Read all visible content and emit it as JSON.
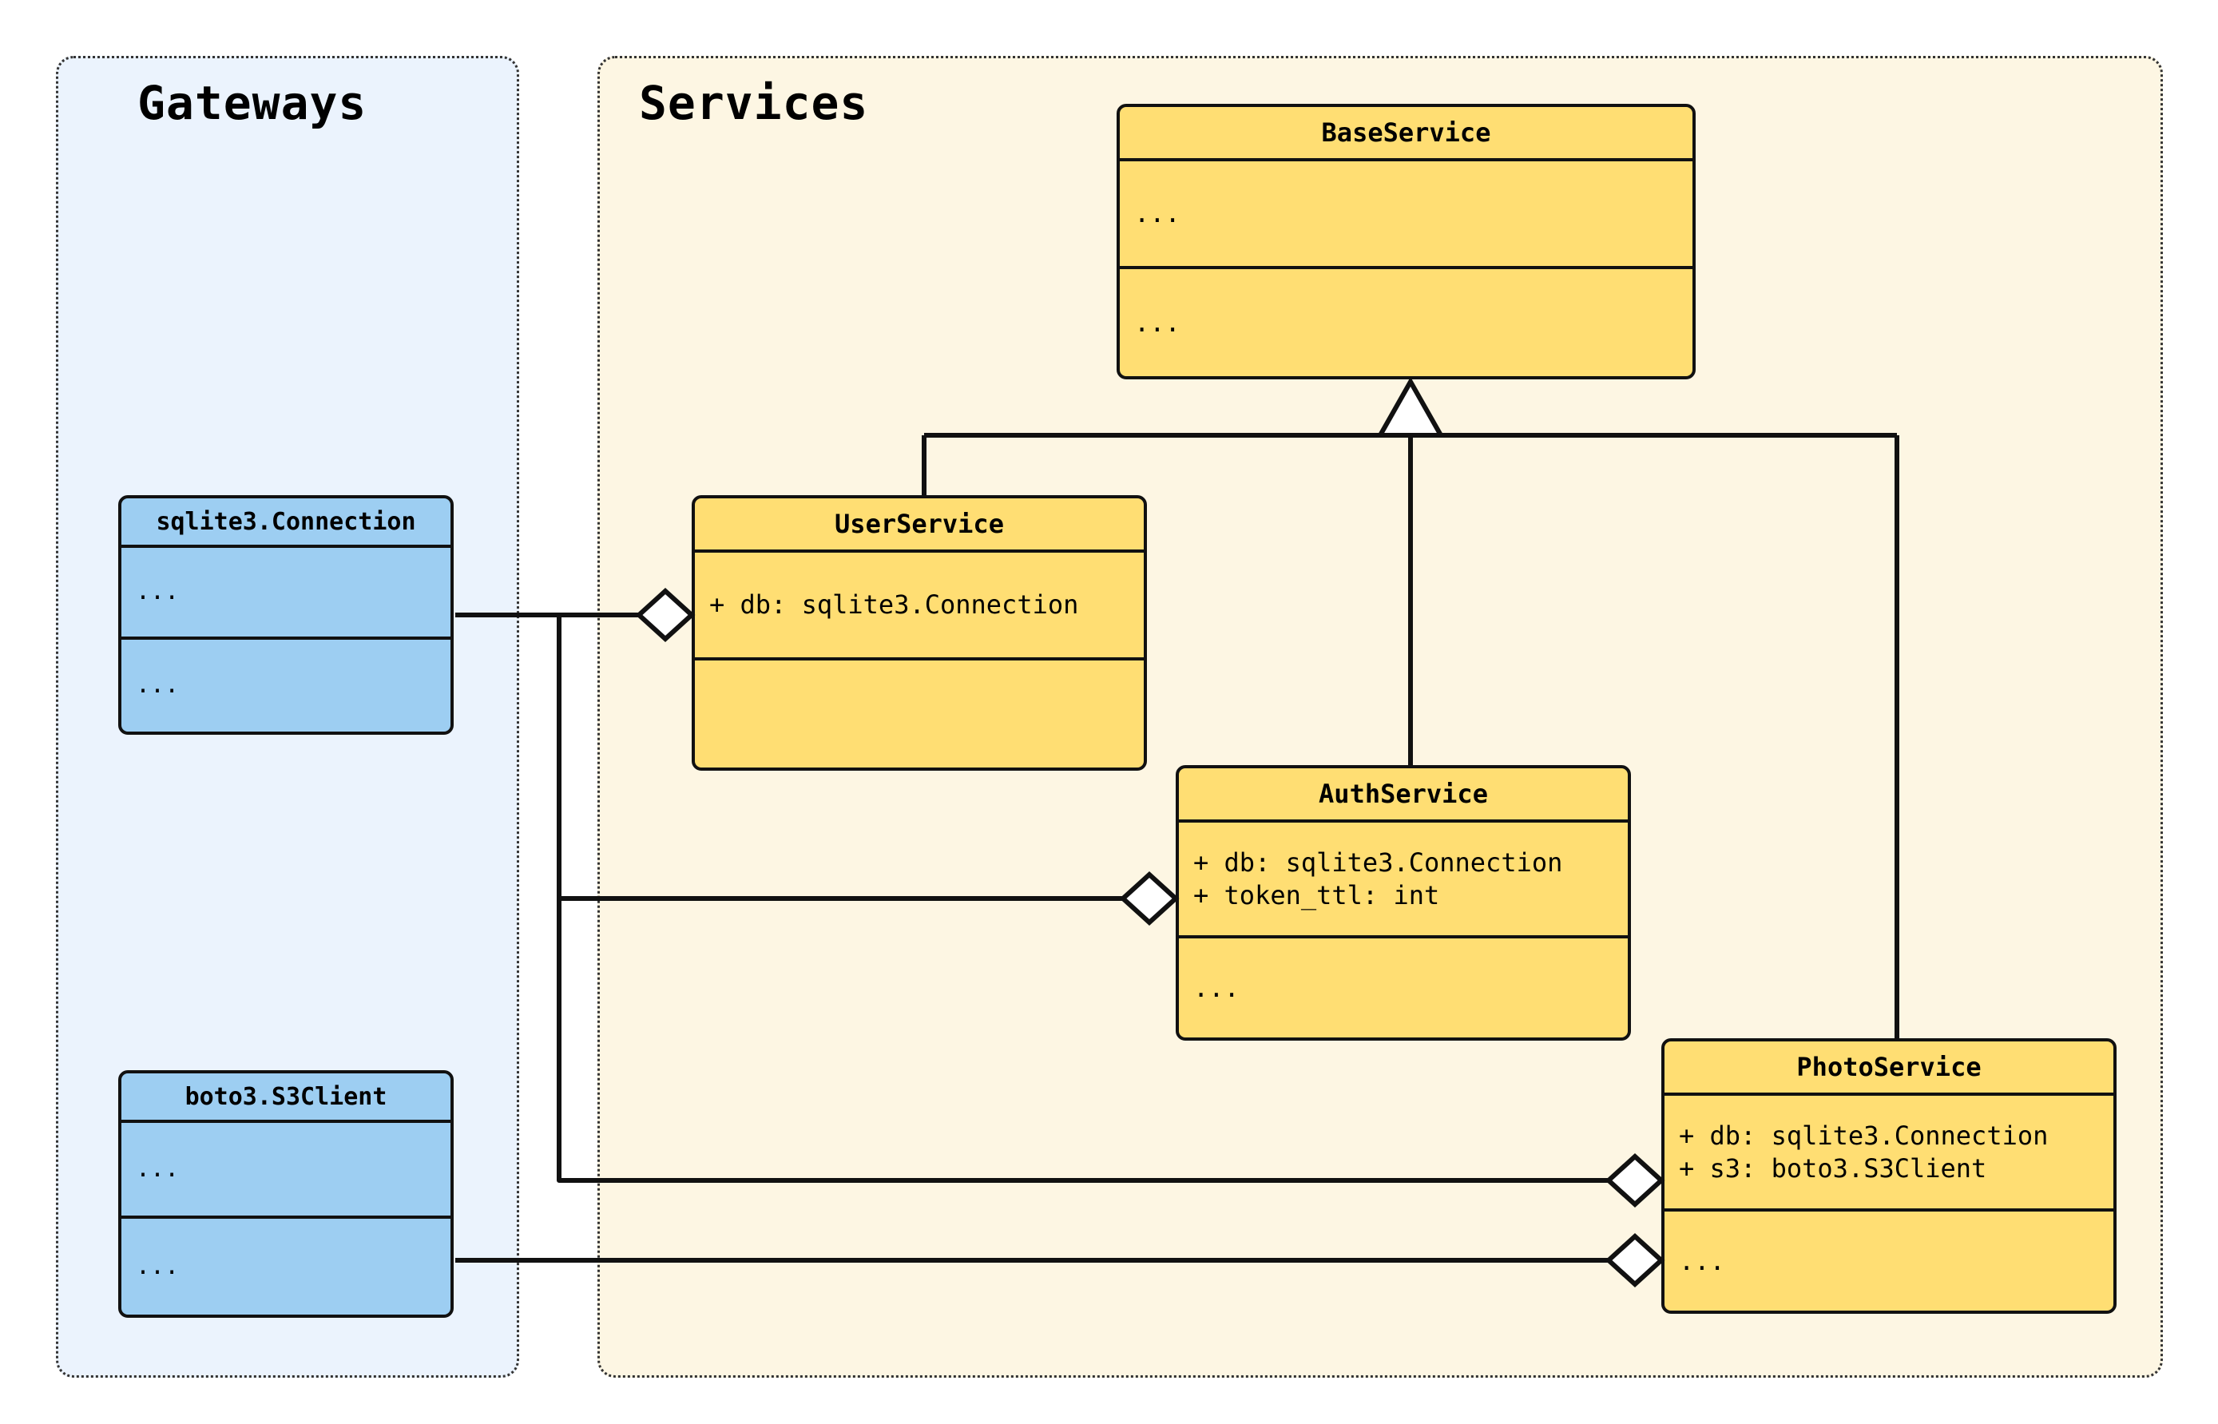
{
  "diagram": {
    "type": "uml-class-diagram",
    "packages": [
      {
        "id": "gateways",
        "title": "Gateways",
        "fill": "#EBF3FD",
        "border": "#333333"
      },
      {
        "id": "services",
        "title": "Services",
        "fill": "#FDF6E3",
        "border": "#333333"
      }
    ],
    "classes": [
      {
        "id": "sqlite3-connection",
        "name": "sqlite3.Connection",
        "package": "gateways",
        "fill": "#9DCEF2",
        "attributes": [
          "..."
        ],
        "methods": [
          "..."
        ]
      },
      {
        "id": "boto3-s3client",
        "name": "boto3.S3Client",
        "package": "gateways",
        "fill": "#9DCEF2",
        "attributes": [
          "..."
        ],
        "methods": [
          "..."
        ]
      },
      {
        "id": "baseservice",
        "name": "BaseService",
        "package": "services",
        "fill": "#FFDE73",
        "attributes": [
          "..."
        ],
        "methods": [
          "..."
        ]
      },
      {
        "id": "userservice",
        "name": "UserService",
        "package": "services",
        "fill": "#FFDE73",
        "attributes": [
          "+ db: sqlite3.Connection"
        ],
        "methods": []
      },
      {
        "id": "authservice",
        "name": "AuthService",
        "package": "services",
        "fill": "#FFDE73",
        "attributes": [
          "+ db: sqlite3.Connection",
          "+ token_ttl: int"
        ],
        "methods": [
          "..."
        ]
      },
      {
        "id": "photoservice",
        "name": "PhotoService",
        "package": "services",
        "fill": "#FFDE73",
        "attributes": [
          "+ db: sqlite3.Connection",
          "+ s3: boto3.S3Client"
        ],
        "methods": [
          "..."
        ]
      }
    ],
    "relationships": [
      {
        "id": "gen-user-base",
        "kind": "generalization",
        "from": "userservice",
        "to": "baseservice",
        "marker": "hollow-triangle"
      },
      {
        "id": "gen-auth-base",
        "kind": "generalization",
        "from": "authservice",
        "to": "baseservice",
        "marker": "hollow-triangle"
      },
      {
        "id": "gen-photo-base",
        "kind": "generalization",
        "from": "photoservice",
        "to": "baseservice",
        "marker": "hollow-triangle"
      },
      {
        "id": "agg-user-db",
        "kind": "aggregation",
        "from": "sqlite3-connection",
        "to": "userservice",
        "marker": "hollow-diamond"
      },
      {
        "id": "agg-auth-db",
        "kind": "aggregation",
        "from": "sqlite3-connection",
        "to": "authservice",
        "marker": "hollow-diamond"
      },
      {
        "id": "agg-photo-db",
        "kind": "aggregation",
        "from": "sqlite3-connection",
        "to": "photoservice",
        "marker": "hollow-diamond"
      },
      {
        "id": "agg-photo-s3",
        "kind": "aggregation",
        "from": "boto3-s3client",
        "to": "photoservice",
        "marker": "hollow-diamond"
      }
    ],
    "colors": {
      "stroke": "#111111",
      "marker_fill": "#FFFFFF",
      "gateway_fill": "#9DCEF2",
      "service_fill": "#FFDE73",
      "gateway_panel": "#EBF3FD",
      "service_panel": "#FDF6E3"
    }
  }
}
